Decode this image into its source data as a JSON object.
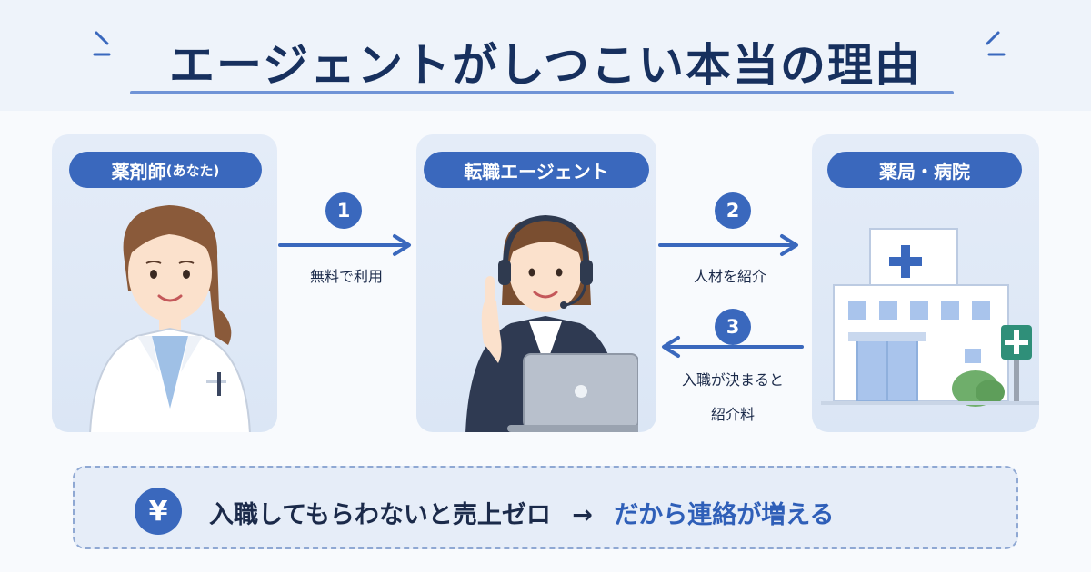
{
  "title": "エージェントがしつこい本当の理由",
  "nodes": {
    "pharmacist": "薬剤師",
    "pharmacist_suffix": "(あなた)",
    "agent": "転職エージェント",
    "employer": "薬局・病院"
  },
  "flows": [
    {
      "step": "1",
      "label_line1": "無料で利用",
      "label_line2": ""
    },
    {
      "step": "2",
      "label_line1": "人材を紹介",
      "label_line2": ""
    },
    {
      "step": "3",
      "label_line1": "入職が決まると",
      "label_line2": "紹介料"
    }
  ],
  "bottom": {
    "icon": "¥",
    "text": "入職してもらわないと売上ゼロ",
    "arrow": "→",
    "accent_text": "だから連絡が増える"
  },
  "colors": {
    "primary": "#3a68bd",
    "title": "#17305e",
    "card": "#dfe8f6",
    "accent_text": "#2f5fb8"
  },
  "icons": [
    "pharmacist-illustration",
    "agent-with-headset-illustration",
    "hospital-building-illustration",
    "yen-icon"
  ]
}
